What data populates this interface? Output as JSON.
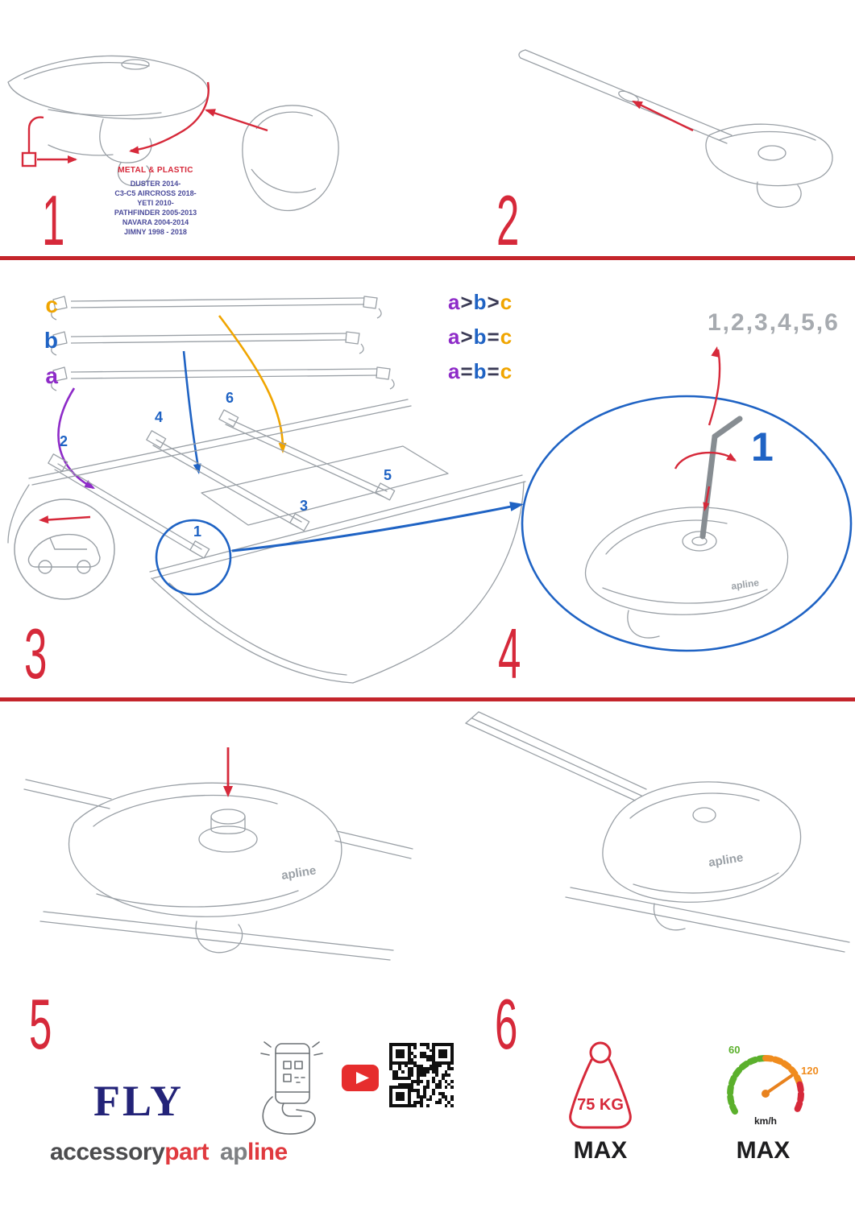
{
  "colors": {
    "red": "#d6293a",
    "blue": "#1f63c4",
    "purple": "#8e2bc8",
    "orange": "#f0a500",
    "gray_line": "#9aa0a6",
    "navy": "#232378",
    "green": "#5bb02c",
    "speedo_orange": "#f08c1e"
  },
  "steps": {
    "s1": {
      "num": "1"
    },
    "s2": {
      "num": "2"
    },
    "s3": {
      "num": "3"
    },
    "s4": {
      "num": "4"
    },
    "s5": {
      "num": "5"
    },
    "s6": {
      "num": "6"
    }
  },
  "step1": {
    "material": "METAL & PLASTIC",
    "models": [
      "DUSTER 2014-",
      "C3-C5 AIRCROSS 2018-",
      "YETI 2010-",
      "PATHFINDER 2005-2013",
      "NAVARA 2004-2014",
      "JIMNY 1998 - 2018"
    ]
  },
  "step3": {
    "bar_c": "c",
    "bar_b": "b",
    "bar_a": "a",
    "rules": [
      {
        "a": "a",
        "op1": ">",
        "b": "b",
        "op2": ">",
        "c": "c"
      },
      {
        "a": "a",
        "op1": ">",
        "b": "b",
        "op2": "=",
        "c": "c"
      },
      {
        "a": "a",
        "op1": "=",
        "b": "b",
        "op2": "=",
        "c": "c"
      }
    ],
    "pos": {
      "p1": "1",
      "p2": "2",
      "p3": "3",
      "p4": "4",
      "p5": "5",
      "p6": "6"
    }
  },
  "step4": {
    "sequence": "1,2,3,4,5,6",
    "first": "1"
  },
  "branding": {
    "foot_logo": "apline",
    "fly": "FLY",
    "accessory": "accessory",
    "part": "part",
    "ap": "ap",
    "line": "line"
  },
  "limits": {
    "weight": "75 KG",
    "weight_max": "MAX",
    "speed_low": "60",
    "speed_high": "120",
    "speed_unit": "km/h",
    "speed_max": "MAX"
  }
}
